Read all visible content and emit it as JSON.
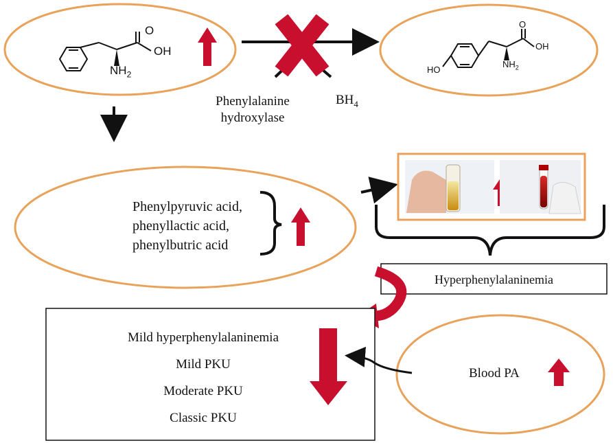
{
  "enzyme": {
    "line1": "Phenylalanine",
    "line2": "hydroxylase"
  },
  "cofactor": {
    "text": "BH",
    "subscript": "4"
  },
  "phenylalanine_structure": {
    "acid": "OH",
    "acid_o": "O",
    "amine": "NH",
    "amine_sub": "2"
  },
  "tyrosine_structure": {
    "acid": "OH",
    "acid_o": "O",
    "amine": "NH",
    "amine_sub": "2",
    "phenol": "HO"
  },
  "metabolites": [
    "Phenylpyruvic acid,",
    "phenyllactic acid,",
    "phenylbutric acid"
  ],
  "hyperphenylalaninemia_label": "Hyperphenylalaninemia",
  "classification": [
    "Mild hyperphenylalaninemia",
    "Mild PKU",
    "Moderate PKU",
    "Classic PKU"
  ],
  "blood_pa_label": "Blood PA",
  "colors": {
    "oval_stroke": "#e8a25a",
    "arrow_red": "#c8102e",
    "dark_red": "#b00000",
    "line": "#111111"
  },
  "icons": [
    "up-arrow-icon",
    "down-arrow-icon",
    "cross-mark-icon",
    "curved-arrow-icon"
  ]
}
